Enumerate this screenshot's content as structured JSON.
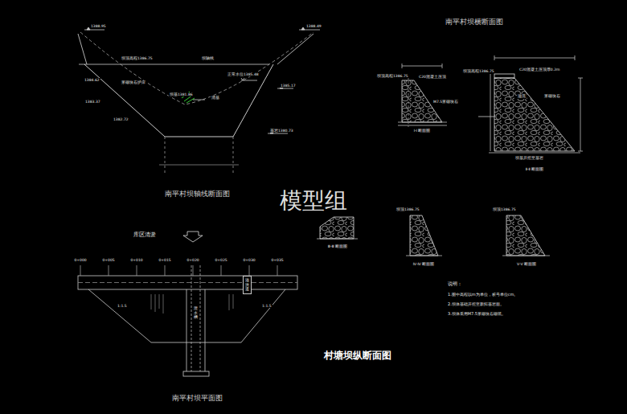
{
  "diagram": {
    "title": "村塘坝纵断面图",
    "nodes": [
      {
        "text": [
          "溢洪道"
        ]
      }
    ],
    "labels": [
      "南平村坝横断面图",
      "1388.95",
      "1388.49",
      "坝顶高程1386.75",
      "坝轴线",
      "正常水位1385.48",
      "1385.17",
      "1384.62",
      "浆砌块石护岸",
      "1383.37",
      "1382.72",
      "坝基1381.86",
      "清基",
      "基岩1380.73",
      "南平村坝轴线断面图",
      "库区清淤",
      "0+000",
      "0+005",
      "0+010",
      "0+015",
      "0+020",
      "0+025",
      "0+030",
      "0+035",
      "1:1.5",
      "1:1.5",
      "泄水槽",
      "南平村坝平面图",
      "模型组",
      "说明：",
      "1.图中高程以m为单位，桩号单位cm。",
      "2.坝体基础开挖至新鲜基岩面。",
      "3.坝体采用M7.5浆砌块石砌筑。",
      "坝顶高程1386.75",
      "C20混凝土压顶",
      "M7.5浆砌块石",
      "Ⅰ-Ⅰ 断面图",
      "坝顶高程1386.75",
      "C20混凝土压顶厚0.2m",
      "溢流",
      "浆砌块石",
      "坝基开挖至基岩",
      "Ⅱ-Ⅱ 断面图",
      "Ⅲ-Ⅲ 断面图",
      "坝顶1386.75",
      "Ⅳ-Ⅳ 断面图",
      "坝顶1386.75",
      "Ⅴ-Ⅴ 断面图"
    ]
  }
}
